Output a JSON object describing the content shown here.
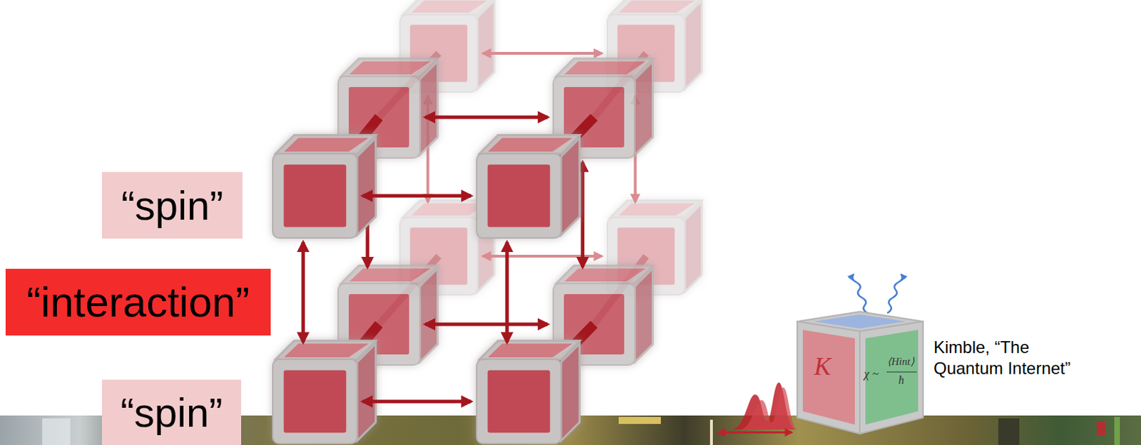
{
  "diagram": {
    "nodes": [
      {
        "text": [
          "“spin”"
        ]
      },
      {
        "text": [
          "“interaction”"
        ]
      },
      {
        "text": [
          "“spin”"
        ]
      },
      {
        "text": [
          "K",
          "χ ~",
          "⟨Hint⟩",
          "ħ"
        ]
      }
    ],
    "labels": [
      "Kimble, “The Quantum Internet”"
    ]
  }
}
